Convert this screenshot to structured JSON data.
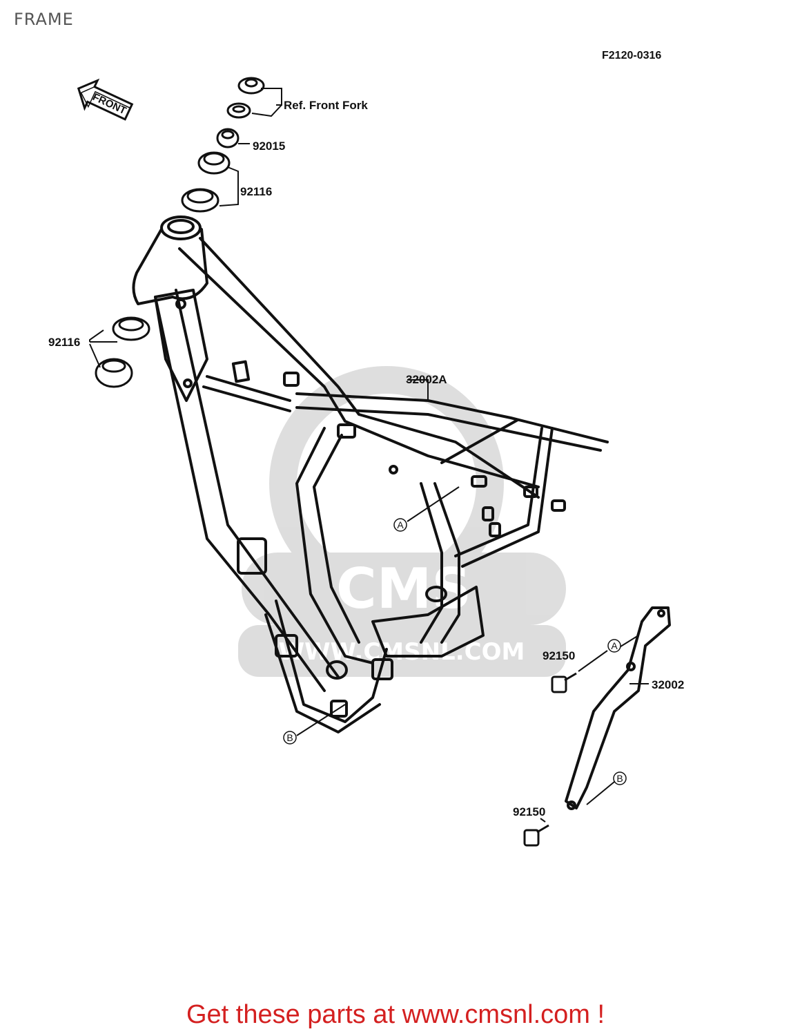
{
  "page": {
    "title": "FRAME",
    "diagram_code": "F2120-0316",
    "footer_link": "Get these parts at www.cmsnl.com !"
  },
  "direction_arrow": {
    "label": "FRONT"
  },
  "watermark": {
    "logo_text": "CMS",
    "url_text": "WWW.CMSNL.COM"
  },
  "parts": {
    "ref_front_fork": "Ref. Front Fork",
    "p92015": "92015",
    "p92116_top": "92116",
    "p92116_lower": "92116",
    "p32002A": "32002A",
    "p32002": "32002",
    "p92150_a": "92150",
    "p92150_b": "92150"
  },
  "markers": {
    "a_frame": "A",
    "b_frame": "B",
    "a_rail": "A",
    "b_rail": "B"
  }
}
